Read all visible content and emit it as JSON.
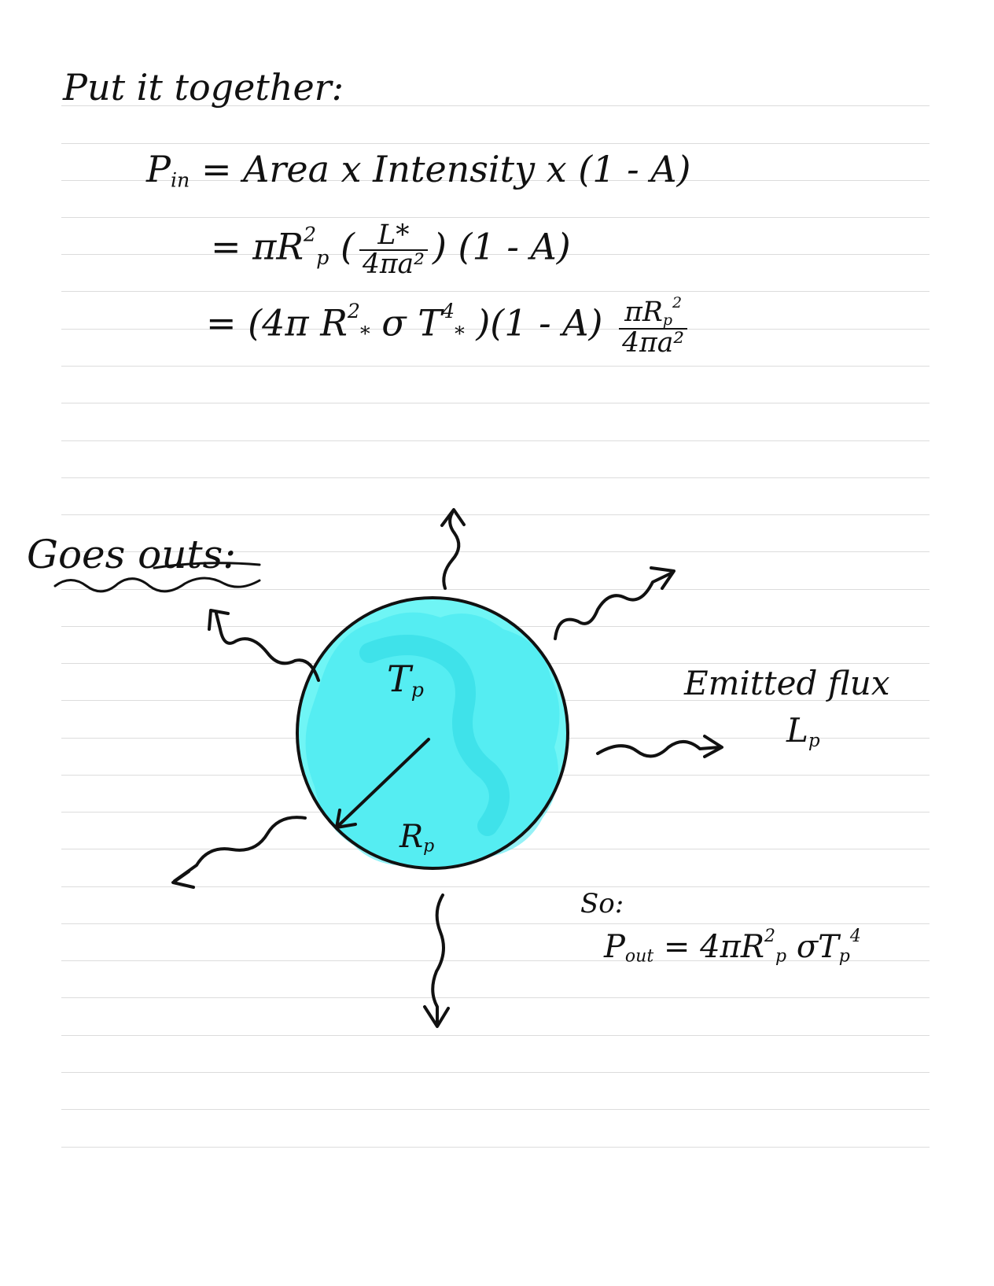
{
  "notes": {
    "heading": "Put it together:",
    "eq1": {
      "lhs": "P",
      "lhs_sub": "in",
      "rhs": "= Area x Intensity x (1 - A)"
    },
    "eq2": {
      "pre": "= πR",
      "pre_sub": "p",
      "pre_sup": "2",
      "open": "(",
      "num": "L*",
      "den": "4πa²",
      "close": ") (1 - A)"
    },
    "eq3": {
      "a": "= (4π R",
      "a_sub": "*",
      "a_sup": "2",
      "b": " σ T",
      "b_sub": "*",
      "b_sup": "4",
      "c": " )(1 - A)",
      "num": "πR",
      "num_sub": "p",
      "num_sup": "2",
      "den": "4πa²"
    },
    "goes_out": "Goes outs:",
    "tp_label": "T",
    "tp_sub": "p",
    "rp_label": "R",
    "rp_sub": "p",
    "flux_line1": "Emitted flux",
    "flux_line2": "L",
    "flux_sub": "p",
    "so": "So:",
    "pout": {
      "lhs": "P",
      "lhs_sub": "out",
      "rhs": "= 4πR",
      "rhs_sub": "p",
      "rhs_sup": "2",
      "tail": "σT",
      "tail_sub": "p",
      "tail_sup": "4"
    }
  },
  "colors": {
    "ink": "#111111",
    "planet": "#5ef2f2",
    "planet_dark": "#2ee0ea",
    "rule": "#dcdcdc"
  }
}
